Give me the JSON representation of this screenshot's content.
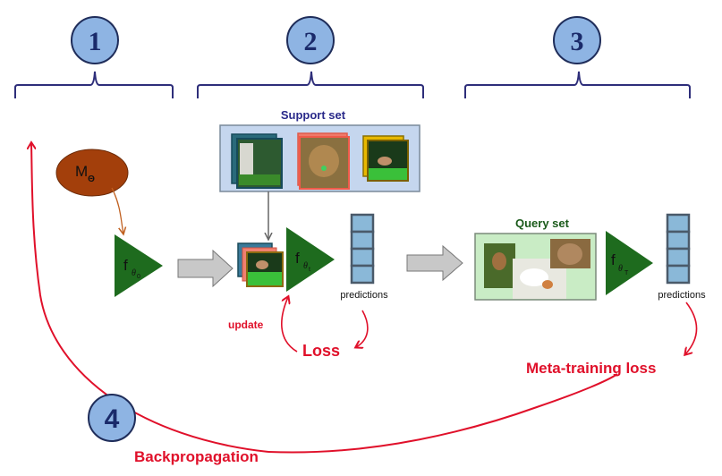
{
  "steps": [
    {
      "number": "1"
    },
    {
      "number": "2"
    },
    {
      "number": "3"
    },
    {
      "number": "4"
    }
  ],
  "meta_model": {
    "label": "M",
    "subscript": "Θ"
  },
  "learners": [
    {
      "label": "f",
      "subscript": "θ",
      "subsub": "0"
    },
    {
      "label": "f",
      "subscript": "θ",
      "subsub": "t"
    },
    {
      "label": "f",
      "subscript": "θ",
      "subsub": "T"
    }
  ],
  "support_set": {
    "title": "Support set",
    "images": [
      "dog-bull-terrier",
      "dog-terrier-closeup",
      "dogs-on-grass"
    ]
  },
  "query_set": {
    "title": "Query set",
    "images": [
      "dog-in-forest",
      "dog-white-orange",
      "dog-face"
    ]
  },
  "predictions": [
    {
      "label": "predictions"
    },
    {
      "label": "predictions"
    }
  ],
  "annotations": {
    "update": "update",
    "loss": "Loss",
    "meta_training_loss": "Meta-training loss",
    "backpropagation": "Backpropagation"
  },
  "colors": {
    "step_circle_fill": "#8eb4e3",
    "step_circle_stroke": "#1f2d5a",
    "brace": "#2e2e7a",
    "learner_green": "#1e6b1e",
    "meta_model_fill": "#a33f0b",
    "red": "#e0102a",
    "support_bg": "#c5d6ee",
    "query_bg": "#c9ecc5",
    "pred_cell": "#8ab8d8"
  }
}
